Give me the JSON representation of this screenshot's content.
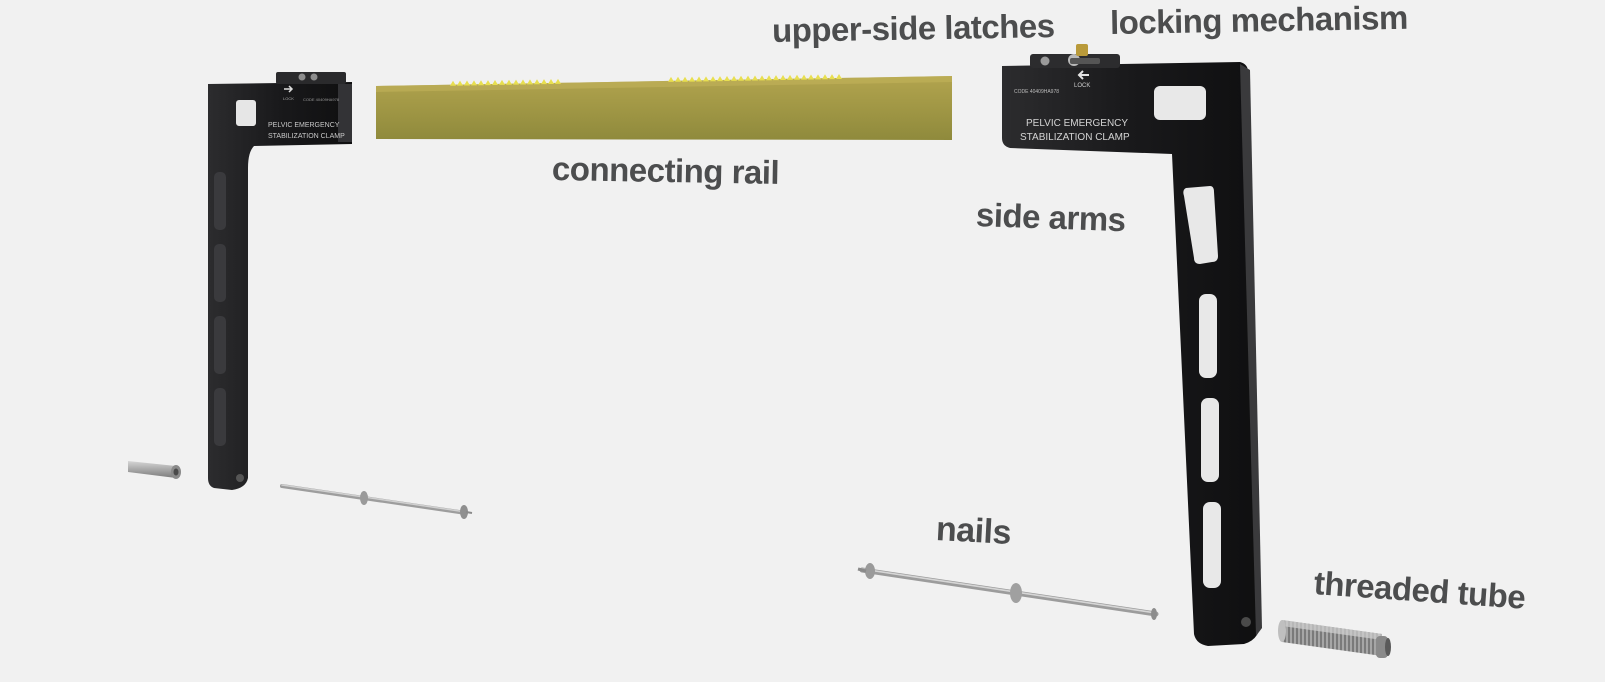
{
  "labels": {
    "upper_side_latches": "upper-side latches",
    "locking_mechanism": "locking mechanism",
    "connecting_rail": "connecting rail",
    "side_arms": "side arms",
    "nails": "nails",
    "threaded_tube": "threaded tube"
  },
  "device": {
    "name_line1": "PELVIC EMERGENCY",
    "name_line2": "STABILIZATION CLAMP",
    "lock_text": "LOCK",
    "code_text": "CODE 40409HA978"
  },
  "colors": {
    "background": "#f1f1f1",
    "arm": "#1d1d1f",
    "rail": "#a89a45",
    "latch_teeth": "#e8df50",
    "metal": "#b4b4b4",
    "label_text": "#4c4d4e",
    "arm_text": "#c9c9c9"
  }
}
